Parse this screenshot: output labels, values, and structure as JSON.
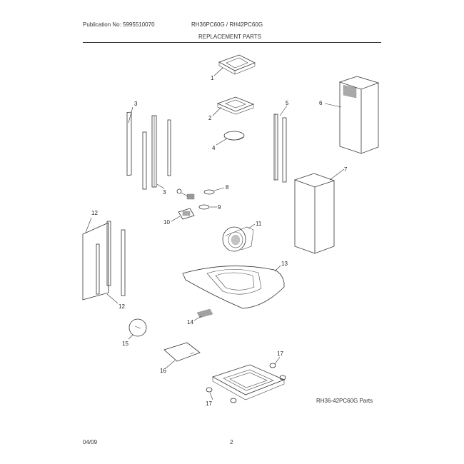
{
  "header": {
    "publication": "Publication No: 5995510070",
    "model": "RH36PC60G / RH42PC60G",
    "section": "REPLACEMENT PARTS"
  },
  "diagram": {
    "caption": "RH36-42PC60G Parts",
    "callouts": {
      "c1": "1",
      "c2": "2",
      "c3a": "3",
      "c3b": "3",
      "c4": "4",
      "c5": "5",
      "c6": "6",
      "c7": "7",
      "c8": "8",
      "c9": "9",
      "c10": "10",
      "c11": "11",
      "c12a": "12",
      "c12b": "12",
      "c13": "13",
      "c14": "14",
      "c15": "15",
      "c16": "16",
      "c17a": "17",
      "c17b": "17"
    }
  },
  "footer": {
    "date": "04/09",
    "page": "2"
  }
}
